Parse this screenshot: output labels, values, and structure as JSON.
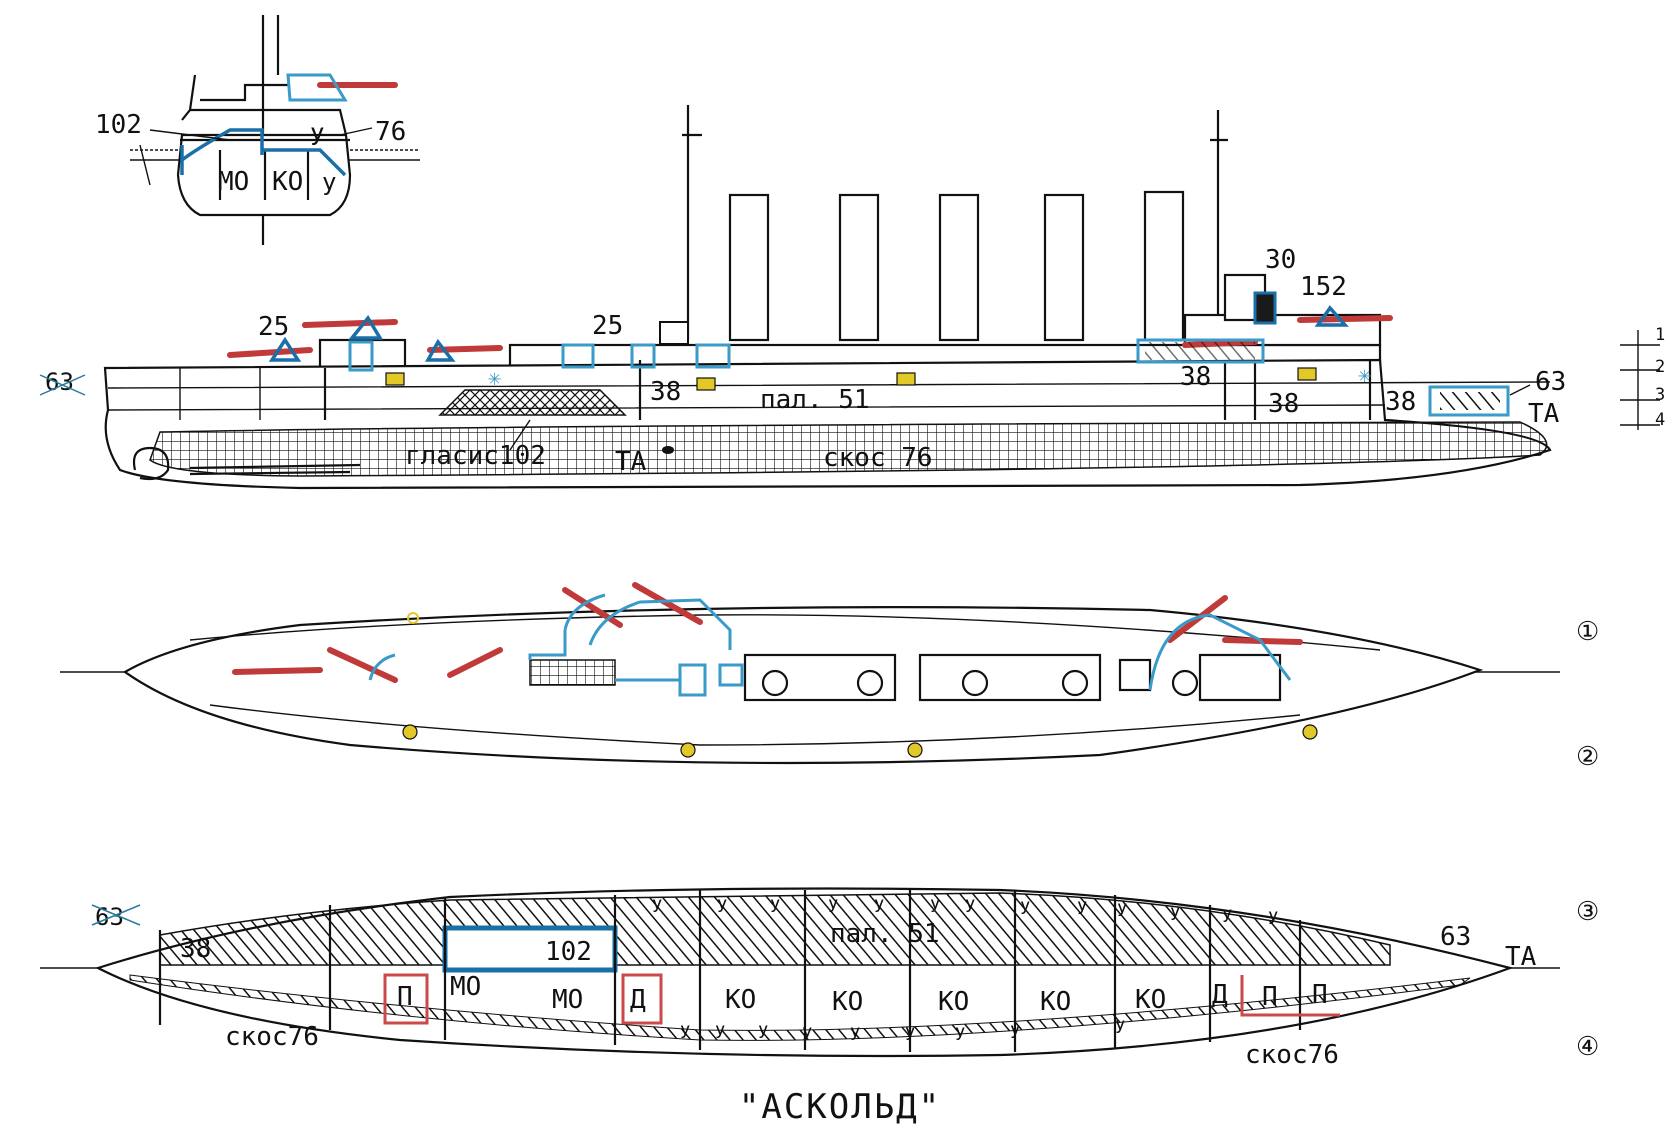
{
  "title": "\"АСКОЛЬД\"",
  "section_view": {
    "labels": {
      "left_armor": "102",
      "right_armor": "76",
      "comp1": "МО",
      "comp2": "КО",
      "comp3": "У",
      "comp4": "у"
    }
  },
  "side_view": {
    "labels": {
      "bow_turret": "25",
      "mid_turret": "25",
      "crossed_63_left": "63",
      "b38_1": "38",
      "deck": "пал. 51",
      "b38_2": "38",
      "b38_3": "38",
      "b38_4": "38",
      "stern_63": "63",
      "ta_stern": "ТА",
      "glacis": "гласис102",
      "ta_mid": "ТА",
      "slope": "скос 76",
      "ct_30": "30",
      "ct_152": "152"
    },
    "scale_marks": [
      "1",
      "2",
      "3",
      "4"
    ]
  },
  "plan_views": {
    "deck_markers": [
      "①",
      "②"
    ],
    "hold_markers": [
      "③",
      "④"
    ]
  },
  "hold_view": {
    "labels": {
      "crossed_63": "63",
      "b38": "38",
      "armor_102": "102",
      "deck": "пал. 51",
      "stern_63": "63",
      "ta": "ТА",
      "slope_left": "скос76",
      "slope_right": "скос76"
    },
    "compartments": [
      "П",
      "МО",
      "МО",
      "Д",
      "КО",
      "КО",
      "КО",
      "КО",
      "КО",
      "Д",
      "П",
      "П"
    ],
    "upper_u": [
      "У",
      "У",
      "У",
      "У",
      "У",
      "У",
      "У",
      "У",
      "У",
      "У",
      "У",
      "У",
      "У"
    ],
    "lower_u": [
      "У",
      "У",
      "У",
      "У",
      "У",
      "У",
      "У",
      "У",
      "У"
    ]
  },
  "colors": {
    "guns": "#c03a3a",
    "armor_blue": "#3a9ac8",
    "armor_dark_blue": "#1a6fa8",
    "compartment_red": "#c94a4a",
    "marker_yellow": "#e3c928",
    "ink": "#111111"
  }
}
